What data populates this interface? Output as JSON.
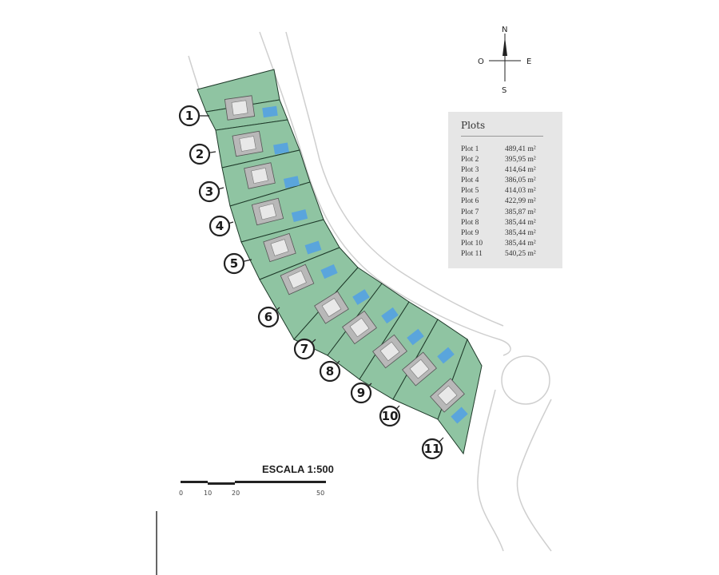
{
  "compass": {
    "north": "N",
    "south": "S",
    "east": "E",
    "west": "O"
  },
  "legend": {
    "title": "Plots",
    "rows": [
      {
        "name": "Plot 1",
        "area": "489,41 m²"
      },
      {
        "name": "Plot 2",
        "area": "395,95 m²"
      },
      {
        "name": "Plot 3",
        "area": "414,64 m²"
      },
      {
        "name": "Plot 4",
        "area": "386,05 m²"
      },
      {
        "name": "Plot 5",
        "area": "414,03 m²"
      },
      {
        "name": "Plot 6",
        "area": "422,99 m²"
      },
      {
        "name": "Plot 7",
        "area": "385,87 m²"
      },
      {
        "name": "Plot 8",
        "area": "385,44 m²"
      },
      {
        "name": "Plot 9",
        "area": "385,44 m²"
      },
      {
        "name": "Plot 10",
        "area": "385,44 m²"
      },
      {
        "name": "Plot 11",
        "area": "540,25 m²"
      }
    ]
  },
  "plot_labels": [
    "1",
    "2",
    "3",
    "4",
    "5",
    "6",
    "7",
    "8",
    "9",
    "10",
    "11"
  ],
  "scale": {
    "title": "ESCALA 1:500",
    "ticks": [
      "0",
      "10",
      "20",
      "50"
    ]
  },
  "colors": {
    "plot_green": "#8fc4a2",
    "plot_outline": "#1f3a2a",
    "pool": "#5aa5dc",
    "roof": "#b8b8b8",
    "legend_bg": "#e6e6e6"
  }
}
